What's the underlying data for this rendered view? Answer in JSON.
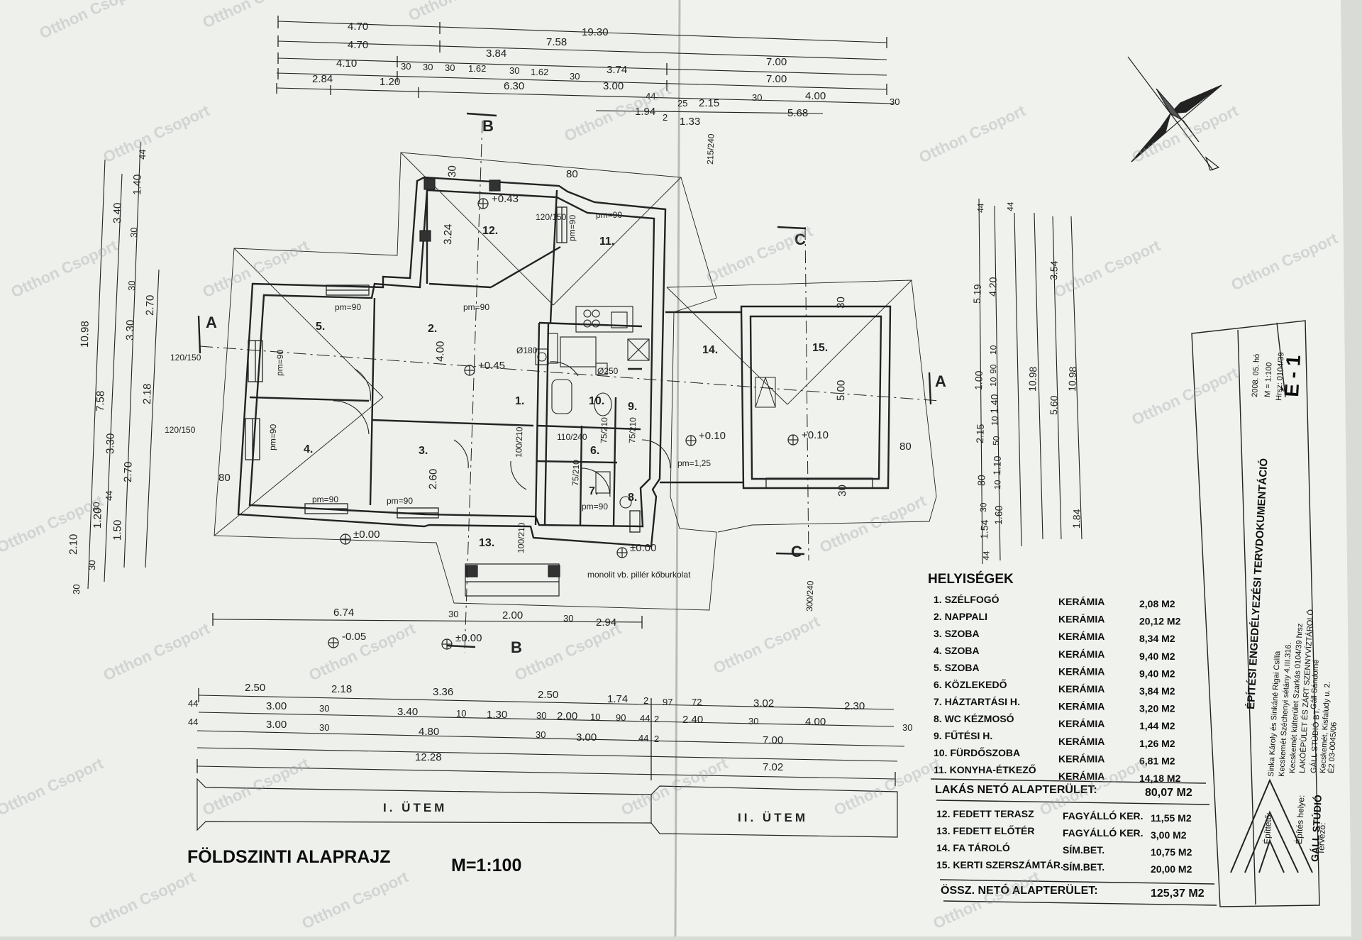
{
  "drawing": {
    "title": "FÖLDSZINTI ALAPRAJZ",
    "scale": "M=1:100",
    "phase_labels": [
      "I. ÜTEM",
      "II. ÜTEM"
    ],
    "section_markers": [
      "A",
      "A",
      "B",
      "B",
      "C",
      "C"
    ],
    "watermark": "Otthon Csoport"
  },
  "dims_top": {
    "row1": [
      "4.70",
      "19.30"
    ],
    "row2": [
      "4.70",
      "7.58"
    ],
    "row3": [
      "3.84",
      "3.74",
      "7.00"
    ],
    "row4": [
      "4.10",
      "30",
      "30",
      "30",
      "1.62",
      "30",
      "1.62",
      "30",
      "7.00"
    ],
    "row5": [
      "2.84",
      "1.20",
      "6.30",
      "3.00",
      "44",
      "25",
      "2.15",
      "30",
      "4.00",
      "30"
    ],
    "row6": [
      "1.94",
      "2",
      "1.33",
      "5.68"
    ]
  },
  "dims_bottom": {
    "row1": [
      "6.74",
      "30",
      "2.00",
      "30",
      "2.94"
    ],
    "row2": [
      "2.50",
      "2.18",
      "3.36",
      "2.50",
      "1.74",
      "2",
      "97",
      "72",
      "3.02",
      "2.30"
    ],
    "row3": [
      "44",
      "3.00",
      "30",
      "3.40",
      "10",
      "1.30",
      "30",
      "2.00",
      "10",
      "90",
      "44",
      "2",
      "2.40",
      "30",
      "4.00"
    ],
    "row4": [
      "44",
      "3.00",
      "30",
      "4.80",
      "30",
      "3.00",
      "44",
      "2",
      "7.00",
      "30"
    ],
    "row5": [
      "12.28",
      "7.02"
    ]
  },
  "dims_left": [
    "10.98",
    "7.58",
    "3.40",
    "1.40",
    "30",
    "3.30",
    "2.70",
    "2.18",
    "3.30",
    "2.70",
    "1.20",
    "1.50",
    "2.10",
    "44",
    "30",
    "30",
    "30",
    "10",
    "44",
    "30"
  ],
  "dims_right": [
    "5.19",
    "4.20",
    "10",
    "90",
    "10",
    "1.00",
    "1.40",
    "10",
    "50",
    "2.15",
    "1.10",
    "10",
    "80",
    "30",
    "1.60",
    "1.54",
    "44",
    "44",
    "44",
    "3.54",
    "10.98",
    "5.60",
    "10.98",
    "1.84"
  ],
  "rooms": [
    {
      "num": "1."
    },
    {
      "num": "2."
    },
    {
      "num": "3."
    },
    {
      "num": "4."
    },
    {
      "num": "5."
    },
    {
      "num": "6."
    },
    {
      "num": "7."
    },
    {
      "num": "8."
    },
    {
      "num": "9."
    },
    {
      "num": "10."
    },
    {
      "num": "11."
    },
    {
      "num": "12."
    },
    {
      "num": "13."
    },
    {
      "num": "14."
    },
    {
      "num": "15."
    }
  ],
  "plan_labels": {
    "pm90": "pm=90",
    "pm125": "pm=1,25",
    "level_043": "+0.43",
    "level_045": "+0.45",
    "level_010": "+0.10",
    "level_000": "±0.00",
    "level_m005": "-0.05",
    "window_120_150": "120/150",
    "door_100_210": "100/210",
    "door_75_210": "75/210",
    "door_110_240": "110/240",
    "chimney_180": "Ø180",
    "chimney_250": "Ø250",
    "pillar_note": "monolit vb. pillér kőburkolat",
    "dim_500": "5.00",
    "dim_400": "4.00",
    "dim_260": "2.60",
    "dim_324": "3.24",
    "dim_80": "80",
    "dim_30": "30",
    "door_300_240": "300/240",
    "door_215_240": "215/240"
  },
  "rooms_table": {
    "heading": "HELYISÉGEK",
    "items": [
      {
        "label": "1. SZÉLFOGÓ",
        "floor": "KERÁMIA",
        "area": "2,08 M2"
      },
      {
        "label": "2. NAPPALI",
        "floor": "KERÁMIA",
        "area": "20,12 M2"
      },
      {
        "label": "3. SZOBA",
        "floor": "KERÁMIA",
        "area": "8,34 M2"
      },
      {
        "label": "4. SZOBA",
        "floor": "KERÁMIA",
        "area": "9,40 M2"
      },
      {
        "label": "5. SZOBA",
        "floor": "KERÁMIA",
        "area": "9,40 M2"
      },
      {
        "label": "6. KÖZLEKEDŐ",
        "floor": "KERÁMIA",
        "area": "3,84 M2"
      },
      {
        "label": "7. HÁZTARTÁSI H.",
        "floor": "KERÁMIA",
        "area": "3,20 M2"
      },
      {
        "label": "8. WC KÉZMOSÓ",
        "floor": "KERÁMIA",
        "area": "1,44 M2"
      },
      {
        "label": "9. FŰTÉSI H.",
        "floor": "KERÁMIA",
        "area": "1,26 M2"
      },
      {
        "label": "10. FÜRDŐSZOBA",
        "floor": "KERÁMIA",
        "area": "6,81 M2"
      },
      {
        "label": "11. KONYHA-ÉTKEZŐ",
        "floor": "KERÁMIA",
        "area": "14,18 M2"
      }
    ],
    "subtotal_label": "LAKÁS NETÓ ALAPTERÜLET:",
    "subtotal_value": "80,07 M2",
    "items2": [
      {
        "label": "12. FEDETT TERASZ",
        "floor": "FAGYÁLLÓ KER.",
        "area": "11,55 M2"
      },
      {
        "label": "13. FEDETT ELŐTÉR",
        "floor": "FAGYÁLLÓ KER.",
        "area": "3,00 M2"
      },
      {
        "label": "14. FA TÁROLÓ",
        "floor": "SÍM.BET.",
        "area": "10,75 M2"
      },
      {
        "label": "15. KERTI SZERSZÁMTÁR.",
        "floor": "SÍM.BET.",
        "area": "20,00 M2"
      }
    ],
    "total_label": "ÖSSZ. NETÓ ALAPTERÜLET:",
    "total_value": "125,37 M2"
  },
  "title_block": {
    "heading": "ÉPÍTÉSI ENGEDÉLYEZÉSI TERVDOKUMENTÁCIÓ",
    "builder_label": "Építtető:",
    "builder_lines": [
      "Sinka Károly és Sinkáné Rigai Csilla",
      "Kecskemét Széchenyi sétány 4.III.316."
    ],
    "site_label": "Építés helye:",
    "site_lines": [
      "Kecskemét külterület Szarkás 0104/39 hrsz",
      "LAKÓÉPÜLET ÉS ZÁRT SZENNYVÍZTÁROLÓ"
    ],
    "designer_label": "Tervező:",
    "designer_lines": [
      "GÁLL STÚDIÓ BT.",
      "Gáll Sándorné",
      "Kecskemét, Kisfaludy u. 2.",
      "É2 03-0045/06"
    ],
    "date": "2008. 05. hó",
    "scale": "M = 1:100",
    "hrsz": "Hrsz: 0104/39",
    "sheet_no": "É - 1",
    "logo_text": "GÁLL STÚDIÓ"
  }
}
